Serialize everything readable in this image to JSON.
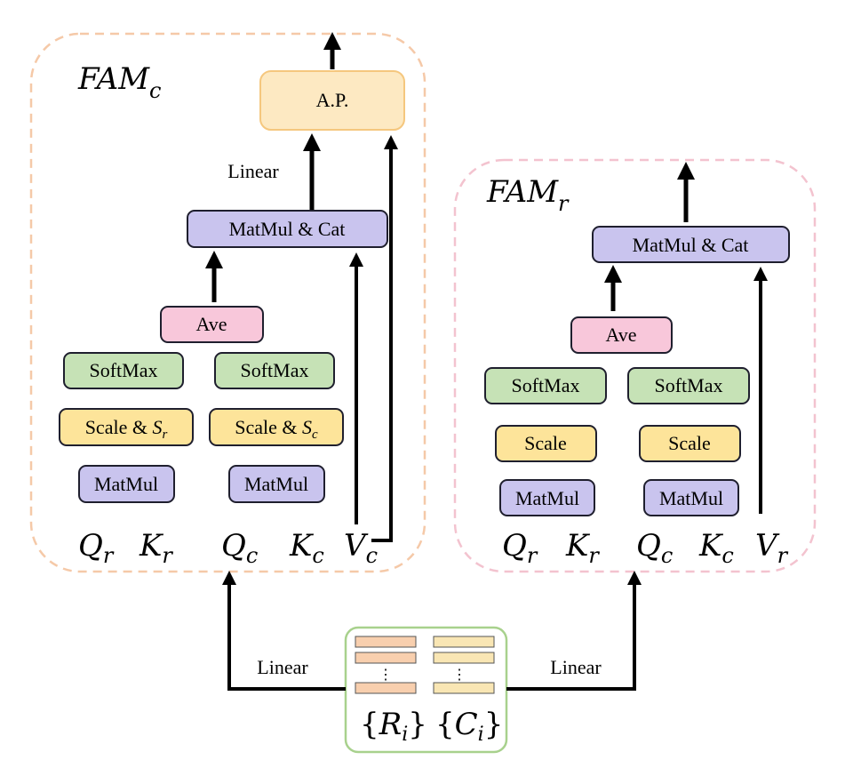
{
  "colors": {
    "fam_c_border": "#f5c9a8",
    "fam_r_border": "#f3c3cf",
    "input_border": "#a8d18d",
    "ap_fill": "#fde9c2",
    "ap_border": "#f5c77e",
    "matmul_fill": "#c9c4ee",
    "matmul_border": "#1f1f2e",
    "ave_fill": "#f8c7da",
    "softmax_fill": "#c6e2b6",
    "scale_fill": "#fde49a",
    "arrow": "#000000",
    "bar_fill": "#f8cfae",
    "bar_fill_alt": "#f9e6b4"
  },
  "fam_c": {
    "title_main": "FAM",
    "title_sub": "c",
    "ap_label": "A.P.",
    "linear_label": "Linear",
    "matmul_cat_label": "MatMul & Cat",
    "ave_label": "Ave",
    "softmax_left": "SoftMax",
    "softmax_right": "SoftMax",
    "scale_left_main": "Scale & ",
    "scale_left_var": "S",
    "scale_left_sub": "r",
    "scale_right_main": "Scale & ",
    "scale_right_var": "S",
    "scale_right_sub": "c",
    "matmul_left": "MatMul",
    "matmul_right": "MatMul",
    "vars": [
      {
        "main": "Q",
        "sub": "r"
      },
      {
        "main": "K",
        "sub": "r"
      },
      {
        "main": "Q",
        "sub": "c"
      },
      {
        "main": "K",
        "sub": "c"
      },
      {
        "main": "V",
        "sub": "c"
      }
    ]
  },
  "fam_r": {
    "title_main": "FAM",
    "title_sub": "r",
    "matmul_cat_label": "MatMul & Cat",
    "ave_label": "Ave",
    "softmax_left": "SoftMax",
    "softmax_right": "SoftMax",
    "scale_left": "Scale",
    "scale_right": "Scale",
    "matmul_left": "MatMul",
    "matmul_right": "MatMul",
    "vars": [
      {
        "main": "Q",
        "sub": "r"
      },
      {
        "main": "K",
        "sub": "r"
      },
      {
        "main": "Q",
        "sub": "c"
      },
      {
        "main": "K",
        "sub": "c"
      },
      {
        "main": "V",
        "sub": "r"
      }
    ]
  },
  "input": {
    "left_label_open": "{",
    "left_label_main": "R",
    "left_label_sub": "i",
    "left_label_close": "}",
    "right_label_open": "{",
    "right_label_main": "C",
    "right_label_sub": "i",
    "right_label_close": "}",
    "ellipsis": "⋮",
    "linear_left": "Linear",
    "linear_right": "Linear"
  }
}
